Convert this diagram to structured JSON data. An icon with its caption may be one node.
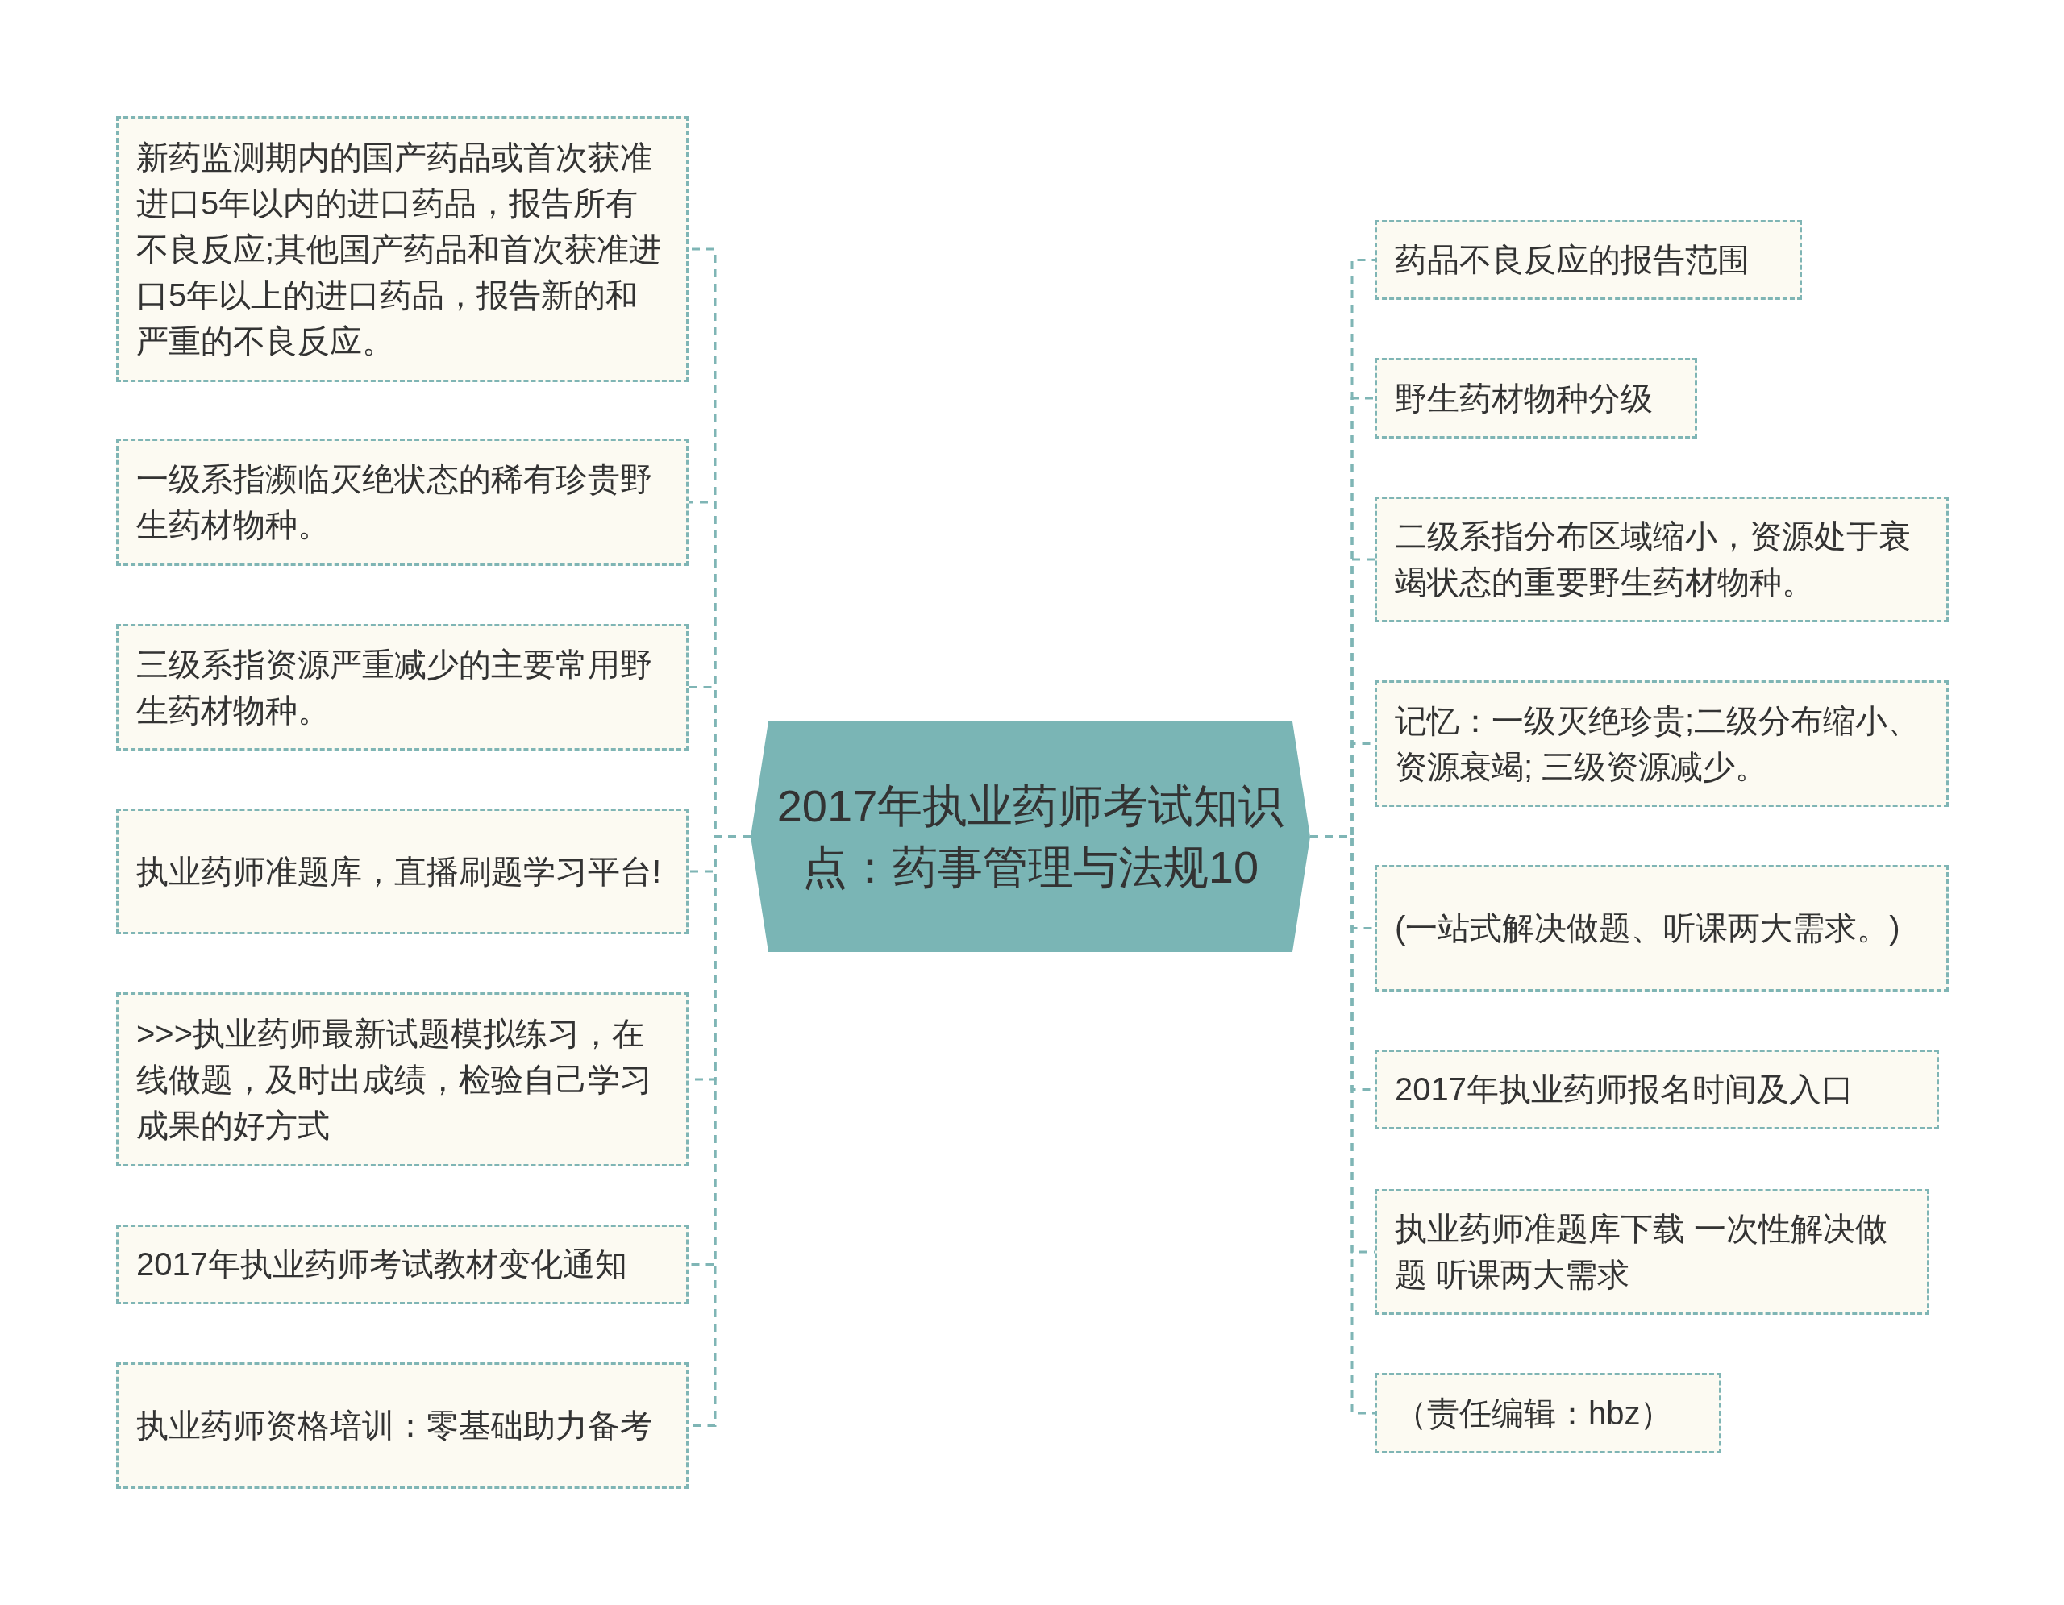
{
  "diagram": {
    "nodes": [
      {
        "text": [
          "2017年执业药师考试知识点：药事管理与法规10"
        ]
      },
      {
        "text": [
          "新药监测期内的国产药品或首次获准进口5年以内的进口药品，报告所有不良反应;其他国产药品和首次获准进口5年以上的进口药品，报告新的和严重的不良反应。"
        ]
      },
      {
        "text": [
          "一级系指濒临灭绝状态的稀有珍贵野生药材物种。"
        ]
      },
      {
        "text": [
          "三级系指资源严重减少的主要常用野生药材物种。"
        ]
      },
      {
        "text": [
          "执业药师准题库，直播刷题学习平台!"
        ]
      },
      {
        "text": [
          ">>>执业药师最新试题模拟练习，在线做题，及时出成绩，检验自己学习成果的好方式"
        ]
      },
      {
        "text": [
          "2017年执业药师考试教材变化通知"
        ]
      },
      {
        "text": [
          "执业药师资格培训：零基础助力备考"
        ]
      },
      {
        "text": [
          "药品不良反应的报告范围"
        ]
      },
      {
        "text": [
          "野生药材物种分级"
        ]
      },
      {
        "text": [
          "二级系指分布区域缩小，资源处于衰竭状态的重要野生药材物种。"
        ]
      },
      {
        "text": [
          "记忆：一级灭绝珍贵;二级分布缩小、资源衰竭; 三级资源减少。"
        ]
      },
      {
        "text": [
          "(一站式解决做题、听课两大需求。)"
        ]
      },
      {
        "text": [
          "2017年执业药师报名时间及入口"
        ]
      },
      {
        "text": [
          "执业药师准题库下载 一次性解决做题 听课两大需求"
        ]
      },
      {
        "text": [
          "（责任编辑：hbz）"
        ]
      }
    ],
    "edges": [
      {
        "from": 0,
        "to": 1,
        "arrow": "none",
        "style": "dashed"
      },
      {
        "from": 0,
        "to": 2,
        "arrow": "none",
        "style": "dashed"
      },
      {
        "from": 0,
        "to": 3,
        "arrow": "none",
        "style": "dashed"
      },
      {
        "from": 0,
        "to": 4,
        "arrow": "none",
        "style": "dashed"
      },
      {
        "from": 0,
        "to": 5,
        "arrow": "none",
        "style": "dashed"
      },
      {
        "from": 0,
        "to": 6,
        "arrow": "none",
        "style": "dashed"
      },
      {
        "from": 0,
        "to": 7,
        "arrow": "none",
        "style": "dashed"
      },
      {
        "from": 0,
        "to": 8,
        "arrow": "none",
        "style": "dashed"
      },
      {
        "from": 0,
        "to": 9,
        "arrow": "none",
        "style": "dashed"
      },
      {
        "from": 0,
        "to": 10,
        "arrow": "none",
        "style": "dashed"
      },
      {
        "from": 0,
        "to": 11,
        "arrow": "none",
        "style": "dashed"
      },
      {
        "from": 0,
        "to": 12,
        "arrow": "none",
        "style": "dashed"
      },
      {
        "from": 0,
        "to": 13,
        "arrow": "none",
        "style": "dashed"
      },
      {
        "from": 0,
        "to": 14,
        "arrow": "none",
        "style": "dashed"
      },
      {
        "from": 0,
        "to": 15,
        "arrow": "none",
        "style": "dashed"
      }
    ]
  }
}
